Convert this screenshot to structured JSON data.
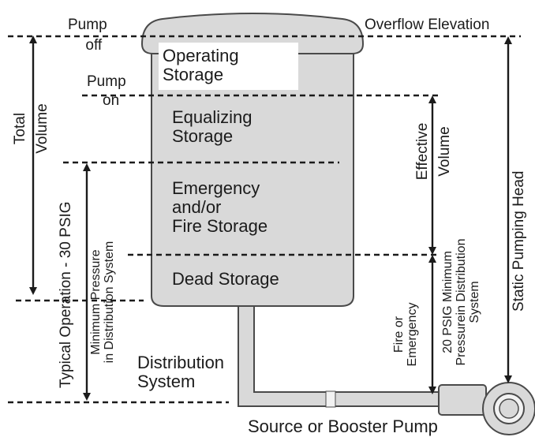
{
  "labels": {
    "pump_off": [
      "Pump",
      "off"
    ],
    "overflow_elevation": "Overflow Elevation",
    "pump_on": [
      "Pump",
      "on"
    ],
    "operating_storage": [
      "Operating",
      "Storage"
    ],
    "equalizing_storage": [
      "Equalizing",
      "Storage"
    ],
    "emergency_fire_storage": [
      "Emergency",
      "and/or",
      "Fire Storage"
    ],
    "dead_storage": "Dead Storage",
    "distribution_system": [
      "Distribution",
      "System"
    ],
    "source_booster_pump": "Source or Booster Pump",
    "total_volume": [
      "Total",
      "Volume"
    ],
    "typical_operation": "Typical Operation - 30 PSIG",
    "minimum_pressure": [
      "Minimum Pressure",
      "in Distribution System"
    ],
    "effective_volume": [
      "Effective",
      "Volume"
    ],
    "fire_or_emergency": [
      "Fire or",
      "Emergency"
    ],
    "psig_20_minimum": [
      "20 PSIG Minimum",
      "Pressurein Distribution",
      "System"
    ],
    "static_pumping_head": "Static Pumping Head"
  },
  "colors": {
    "tank_fill": "#d9d9d9",
    "tank_outline": "#4a4a4a",
    "line": "#1b1b1b",
    "background": "#ffffff"
  }
}
